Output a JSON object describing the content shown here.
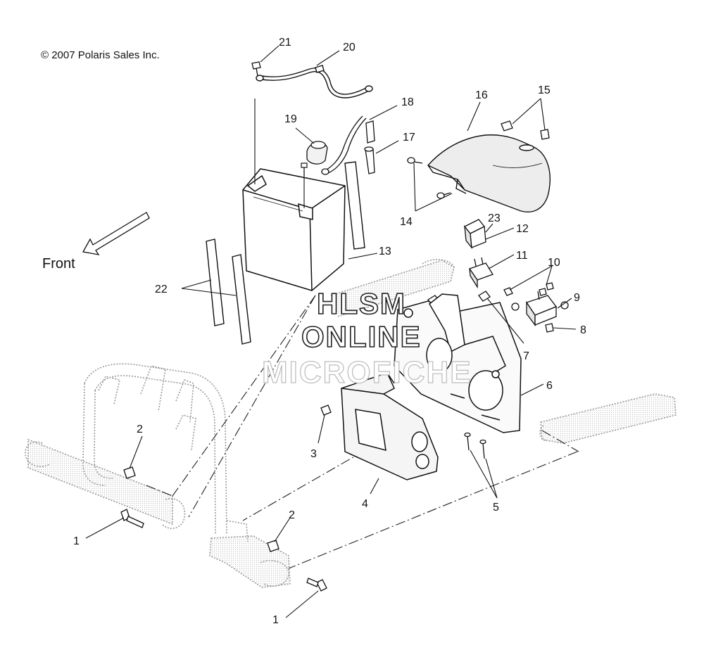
{
  "copyright": "© 2007 Polaris Sales Inc.",
  "front_label": "Front",
  "watermark": {
    "line1": "HLSM",
    "line2": "ONLINE",
    "line3": "MICROFICHE"
  },
  "callouts": {
    "c1a": "1",
    "c1b": "1",
    "c2a": "2",
    "c2b": "2",
    "c3": "3",
    "c4": "4",
    "c5": "5",
    "c6": "6",
    "c7": "7",
    "c8": "8",
    "c9": "9",
    "c10": "10",
    "c11": "11",
    "c12": "12",
    "c13": "13",
    "c14": "14",
    "c15": "15",
    "c16": "16",
    "c17": "17",
    "c18": "18",
    "c19": "19",
    "c20": "20",
    "c21": "21",
    "c22": "22",
    "c23": "23"
  },
  "colors": {
    "line": "#111111",
    "frame": "#9a9a9a",
    "panel_fill": "#f7f7f7"
  }
}
